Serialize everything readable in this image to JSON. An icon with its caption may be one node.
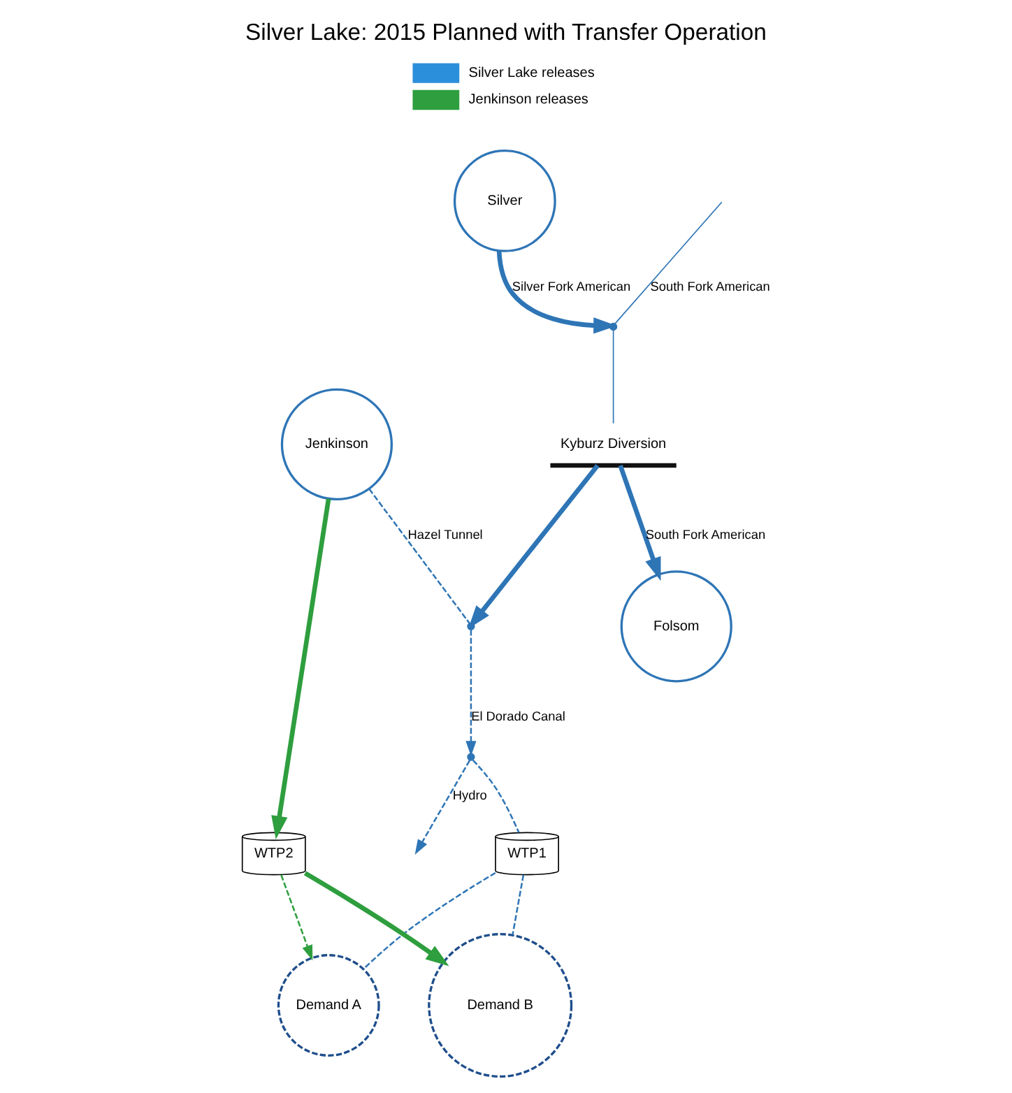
{
  "diagram": {
    "title": "Silver Lake: 2015 Planned with Transfer Operation",
    "nodes": [
      {
        "text": [
          "Silver"
        ]
      },
      {
        "text": [
          "Jenkinson"
        ]
      },
      {
        "text": [],
        "shape": "point"
      },
      {
        "text": [
          "Kyburz Diversion"
        ]
      },
      {
        "text": [],
        "shape": "point"
      },
      {
        "text": [],
        "shape": "point"
      },
      {
        "text": [
          "WTP1"
        ]
      },
      {
        "text": [
          "WTP2"
        ]
      },
      {
        "text": [
          "Demand A"
        ]
      },
      {
        "text": [
          "Demand B"
        ]
      },
      {
        "text": [
          "Folsom"
        ]
      }
    ],
    "edges": [
      {
        "from": null,
        "to": 2,
        "arrow": "none",
        "label": "South Fork American"
      },
      {
        "from": 0,
        "to": 2,
        "arrow": "to",
        "label": "Silver Fork American",
        "style": "thick"
      },
      {
        "from": 2,
        "to": 3,
        "arrow": "none"
      },
      {
        "from": 3,
        "to": 10,
        "arrow": "to",
        "label": "South Fork American",
        "style": "thick"
      },
      {
        "from": 3,
        "to": 4,
        "arrow": "to",
        "style": "thick"
      },
      {
        "from": 1,
        "to": 4,
        "arrow": "none",
        "label": "Hazel Tunnel",
        "style": "dashed"
      },
      {
        "from": 4,
        "to": 5,
        "arrow": "to",
        "label": "El Dorado Canal",
        "style": "dashed"
      },
      {
        "from": 5,
        "to": null,
        "arrow": "to",
        "label": "Hydro",
        "style": "dashed"
      },
      {
        "from": 5,
        "to": 6,
        "arrow": "none",
        "style": "dashed"
      },
      {
        "from": 6,
        "to": 8,
        "arrow": "none",
        "style": "dashed"
      },
      {
        "from": 6,
        "to": 9,
        "arrow": "none",
        "style": "dashed"
      },
      {
        "from": 7,
        "to": 8,
        "arrow": "to",
        "style": "dashed",
        "color": "#2e9e3e"
      },
      {
        "from": 1,
        "to": 7,
        "arrow": "to",
        "style": "thick",
        "color": "#2e9e3e"
      },
      {
        "from": 7,
        "to": 9,
        "arrow": "to",
        "style": "thick",
        "color": "#2e9e3e"
      }
    ],
    "legend": [
      {
        "text": "Silver Lake releases",
        "color": "#2b8fdb"
      },
      {
        "text": "Jenkinson releases",
        "color": "#2e9e3e"
      }
    ]
  }
}
